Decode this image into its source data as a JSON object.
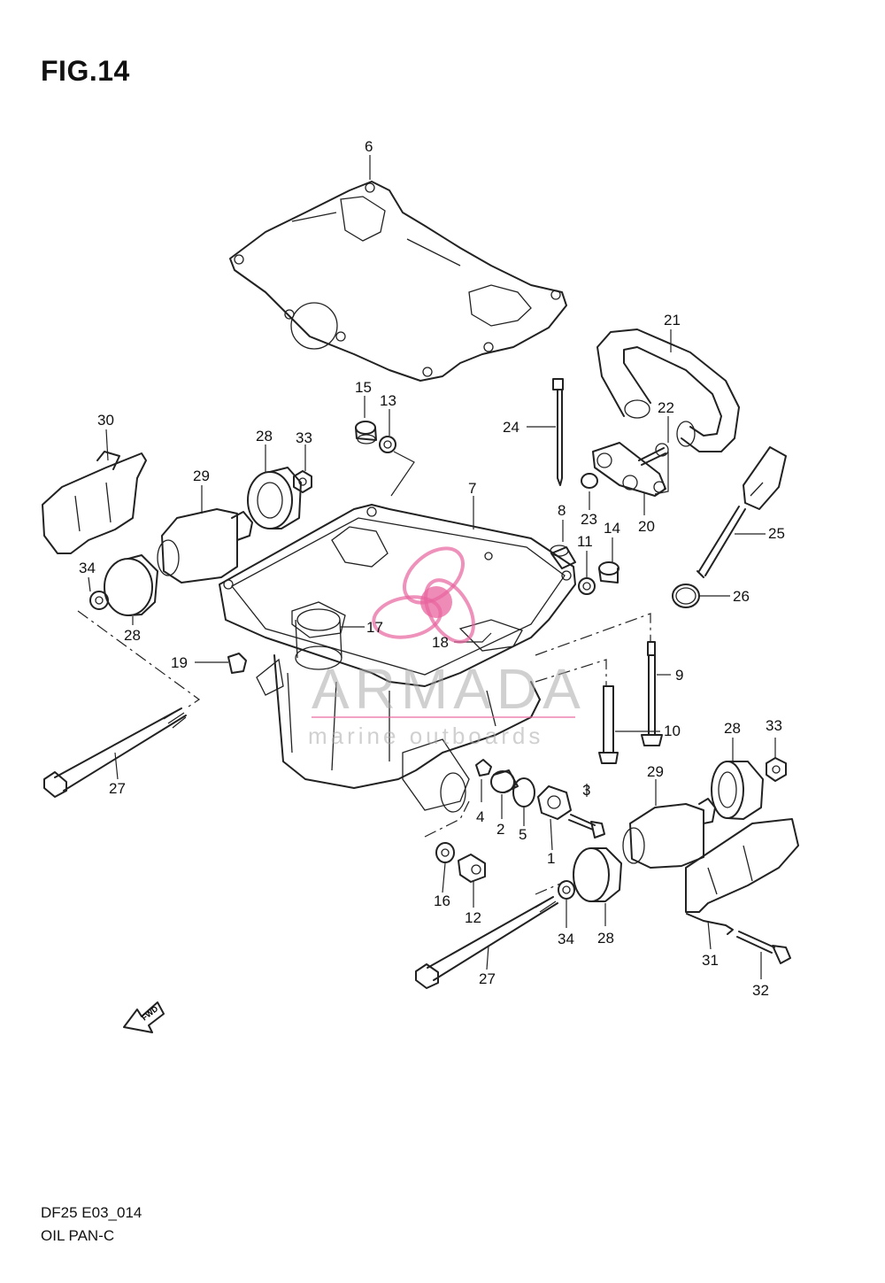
{
  "figure": {
    "title": "FIG.14",
    "code": "DF25 E03_014",
    "name": "OIL PAN-C"
  },
  "watermark": {
    "brand": "ARMADA",
    "tagline": "marine outboards",
    "accent_color": "#e8649e"
  },
  "arrow_label": "FWD",
  "callouts": [
    {
      "id": "6",
      "label": "6"
    },
    {
      "id": "21",
      "label": "21"
    },
    {
      "id": "15",
      "label": "15"
    },
    {
      "id": "13",
      "label": "13"
    },
    {
      "id": "30",
      "label": "30"
    },
    {
      "id": "28a",
      "label": "28"
    },
    {
      "id": "33a",
      "label": "33"
    },
    {
      "id": "29a",
      "label": "29"
    },
    {
      "id": "7",
      "label": "7"
    },
    {
      "id": "24",
      "label": "24"
    },
    {
      "id": "22",
      "label": "22"
    },
    {
      "id": "23",
      "label": "23"
    },
    {
      "id": "20",
      "label": "20"
    },
    {
      "id": "8",
      "label": "8"
    },
    {
      "id": "11",
      "label": "11"
    },
    {
      "id": "14",
      "label": "14"
    },
    {
      "id": "25",
      "label": "25"
    },
    {
      "id": "26",
      "label": "26"
    },
    {
      "id": "34a",
      "label": "34"
    },
    {
      "id": "28b",
      "label": "28"
    },
    {
      "id": "17",
      "label": "17"
    },
    {
      "id": "18",
      "label": "18"
    },
    {
      "id": "19",
      "label": "19"
    },
    {
      "id": "9",
      "label": "9"
    },
    {
      "id": "10",
      "label": "10"
    },
    {
      "id": "28c",
      "label": "28"
    },
    {
      "id": "33b",
      "label": "33"
    },
    {
      "id": "27a",
      "label": "27"
    },
    {
      "id": "4",
      "label": "4"
    },
    {
      "id": "2",
      "label": "2"
    },
    {
      "id": "5",
      "label": "5"
    },
    {
      "id": "3",
      "label": "3"
    },
    {
      "id": "1",
      "label": "1"
    },
    {
      "id": "29b",
      "label": "29"
    },
    {
      "id": "16",
      "label": "16"
    },
    {
      "id": "12",
      "label": "12"
    },
    {
      "id": "34b",
      "label": "34"
    },
    {
      "id": "28d",
      "label": "28"
    },
    {
      "id": "31",
      "label": "31"
    },
    {
      "id": "27b",
      "label": "27"
    },
    {
      "id": "32",
      "label": "32"
    }
  ]
}
